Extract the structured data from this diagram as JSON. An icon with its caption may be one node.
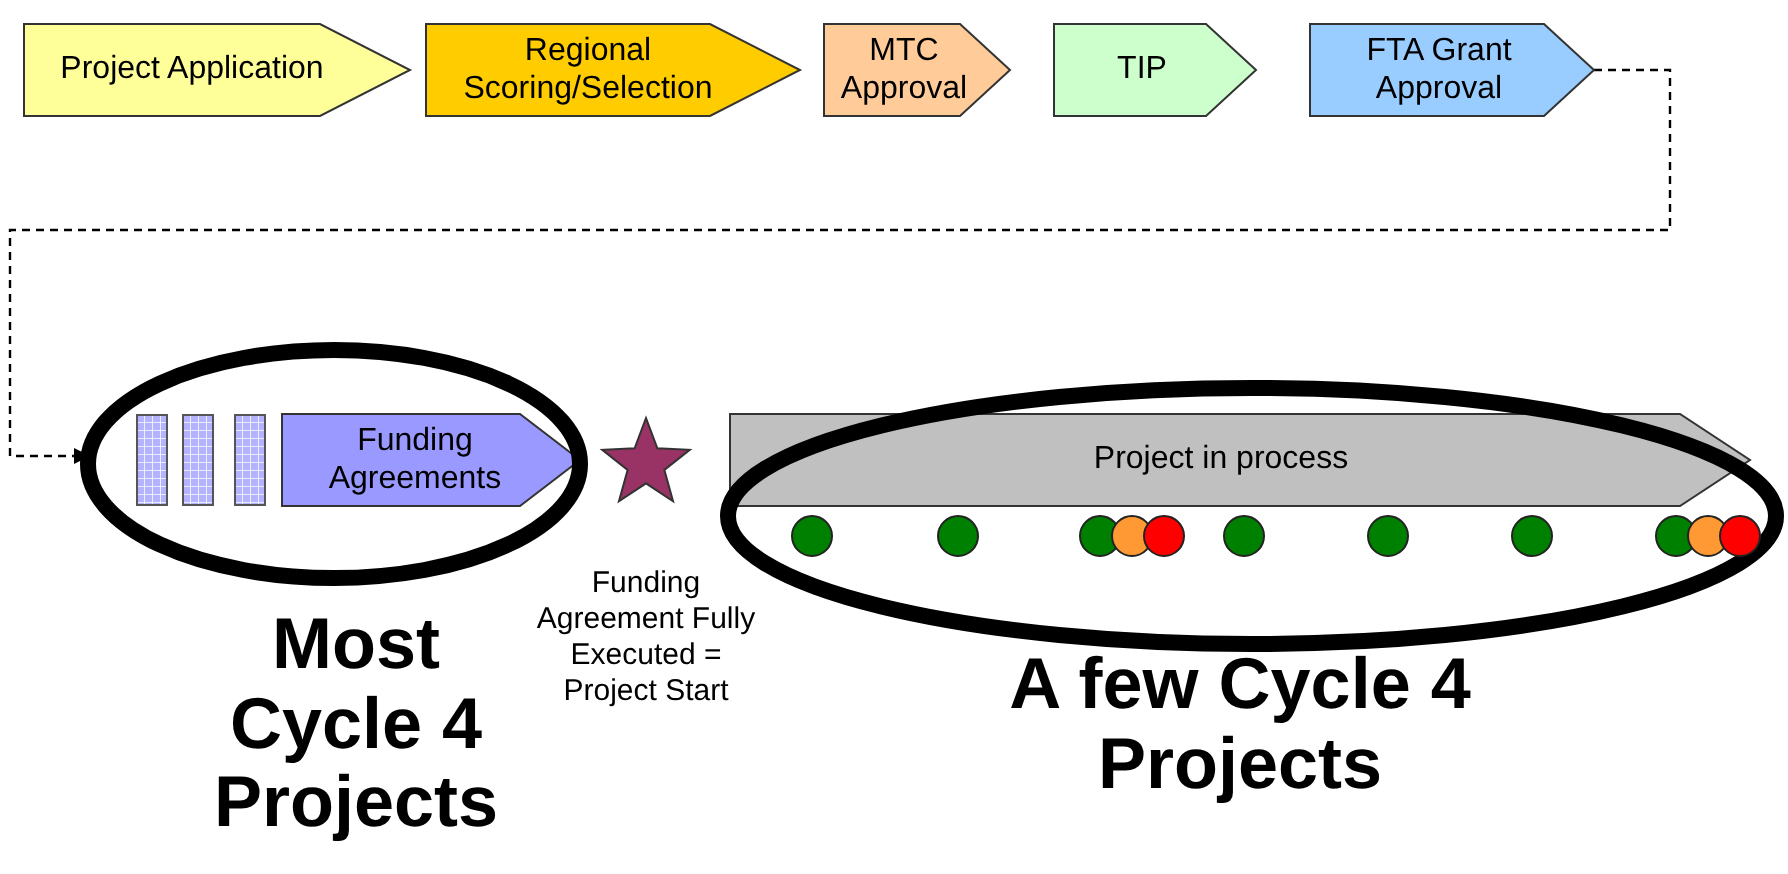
{
  "diagram": {
    "nodes": [
      {
        "text": [
          "Project Application"
        ]
      },
      {
        "text": [
          "Regional Scoring/Selection"
        ]
      },
      {
        "text": [
          "MTC Approval"
        ]
      },
      {
        "text": [
          "TIP"
        ]
      },
      {
        "text": [
          "FTA Grant Approval"
        ]
      },
      {
        "text": [],
        "shape": "bar"
      },
      {
        "text": [],
        "shape": "bar"
      },
      {
        "text": [],
        "shape": "bar"
      },
      {
        "text": [
          "Funding Agreements"
        ]
      },
      {
        "text": [],
        "shape": "star",
        "beside": [
          "Funding Agreement Fully Executed = Project Start"
        ]
      },
      {
        "text": [
          "Project in process"
        ]
      }
    ],
    "edges": [
      {
        "from": 4,
        "to": 5,
        "arrow": "to",
        "style": "dashed"
      }
    ],
    "labels": [
      "Most Cycle 4 Projects",
      "A few Cycle 4 Projects"
    ]
  }
}
